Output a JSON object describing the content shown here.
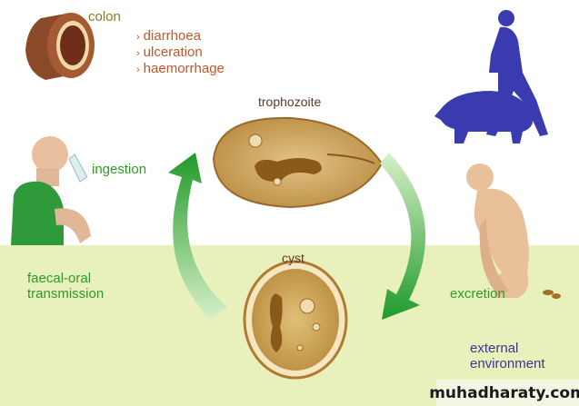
{
  "labels": {
    "colon": "colon",
    "symptoms": [
      "diarrhoea",
      "ulceration",
      "haemorrhage"
    ],
    "trophozoite": "trophozoite",
    "cyst": "cyst",
    "ingestion": "ingestion",
    "faecal_oral": [
      "faecal-oral",
      "transmission"
    ],
    "excretion": "excretion",
    "external_environment": [
      "external",
      "environment"
    ]
  },
  "bullet_glyph": "›",
  "watermark": "muhadharaty.com",
  "colors": {
    "environment_bg": "#e8f0bc",
    "arrow_green": "#1f9a2a",
    "organism_brown": "#c9a060",
    "host_silhouette": "#3b3bb0"
  }
}
